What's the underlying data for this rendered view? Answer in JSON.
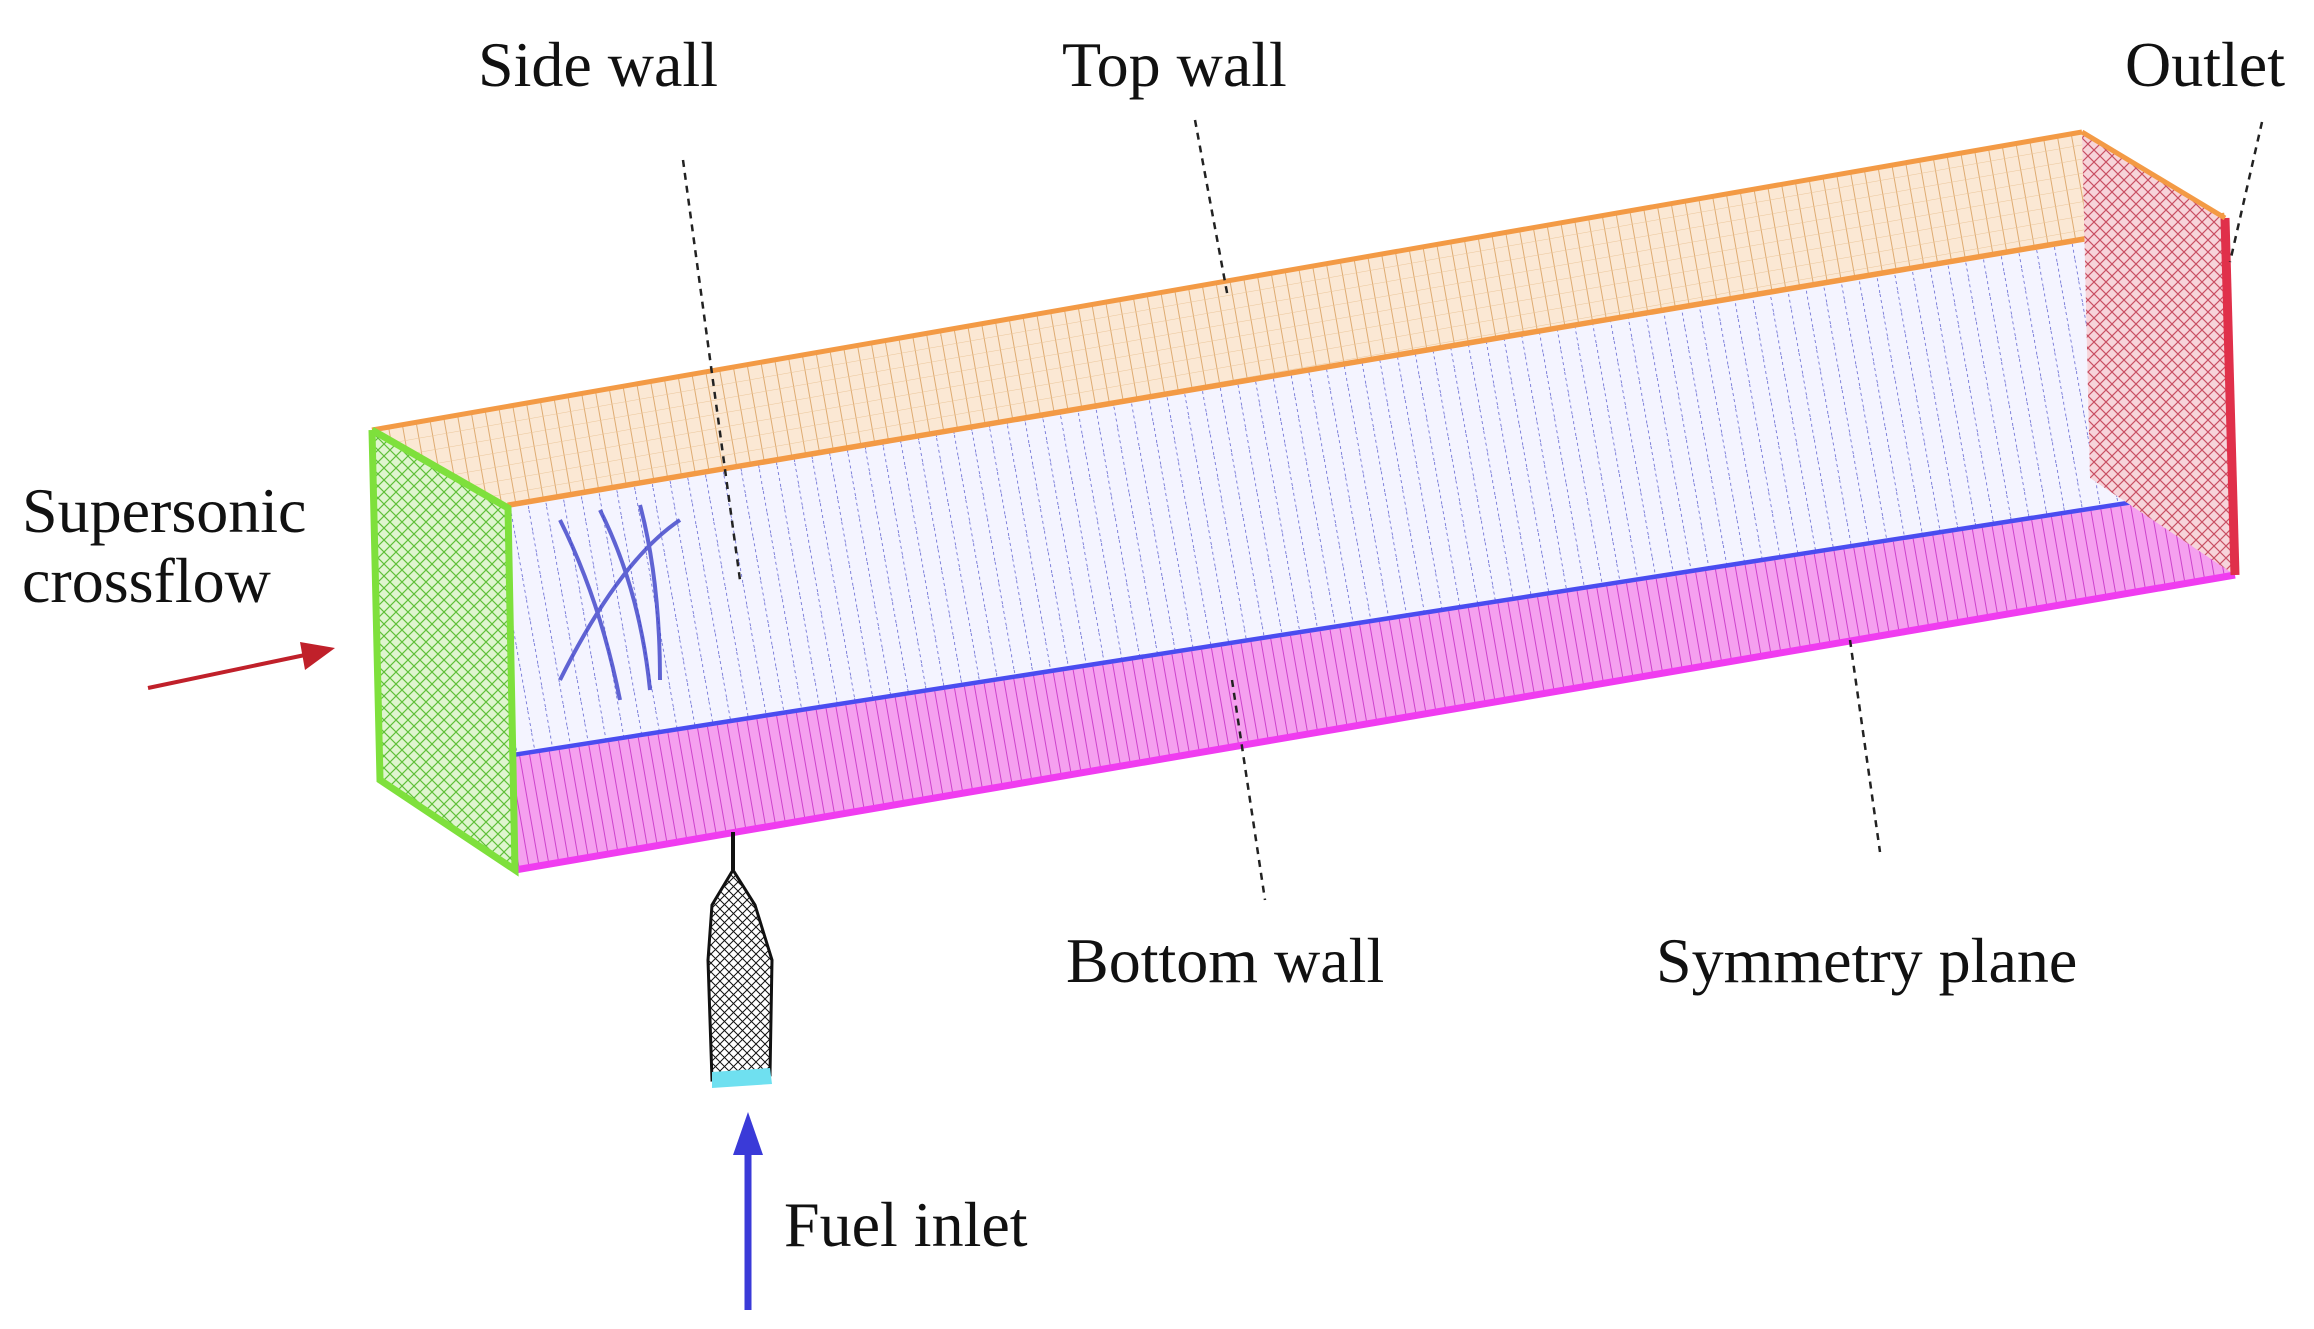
{
  "labels": {
    "side_wall": "Side wall",
    "top_wall": "Top wall",
    "outlet": "Outlet",
    "inflow_line1": "Supersonic",
    "inflow_line2": "crossflow",
    "bottom_wall": "Bottom wall",
    "symmetry_plane": "Symmetry plane",
    "fuel_inlet": "Fuel inlet"
  },
  "colors": {
    "inlet_face": "#7ee03c",
    "top_wall": "#f39a45",
    "top_wall_mesh": "#d9b27f",
    "side_wall_mesh": "#3a3fc8",
    "bottom_wall": "#f03cf0",
    "bottom_wall_mesh": "#e06ad8",
    "outlet_face": "#e0304a",
    "outlet_mesh": "#d86a7a",
    "blue_edge": "#4a4cf0",
    "fuel_injector": "#111111",
    "fuel_inlet_face": "#6fe0f0",
    "crossflow_arrow": "#c0202a",
    "fuel_arrow": "#3a3ad8"
  }
}
